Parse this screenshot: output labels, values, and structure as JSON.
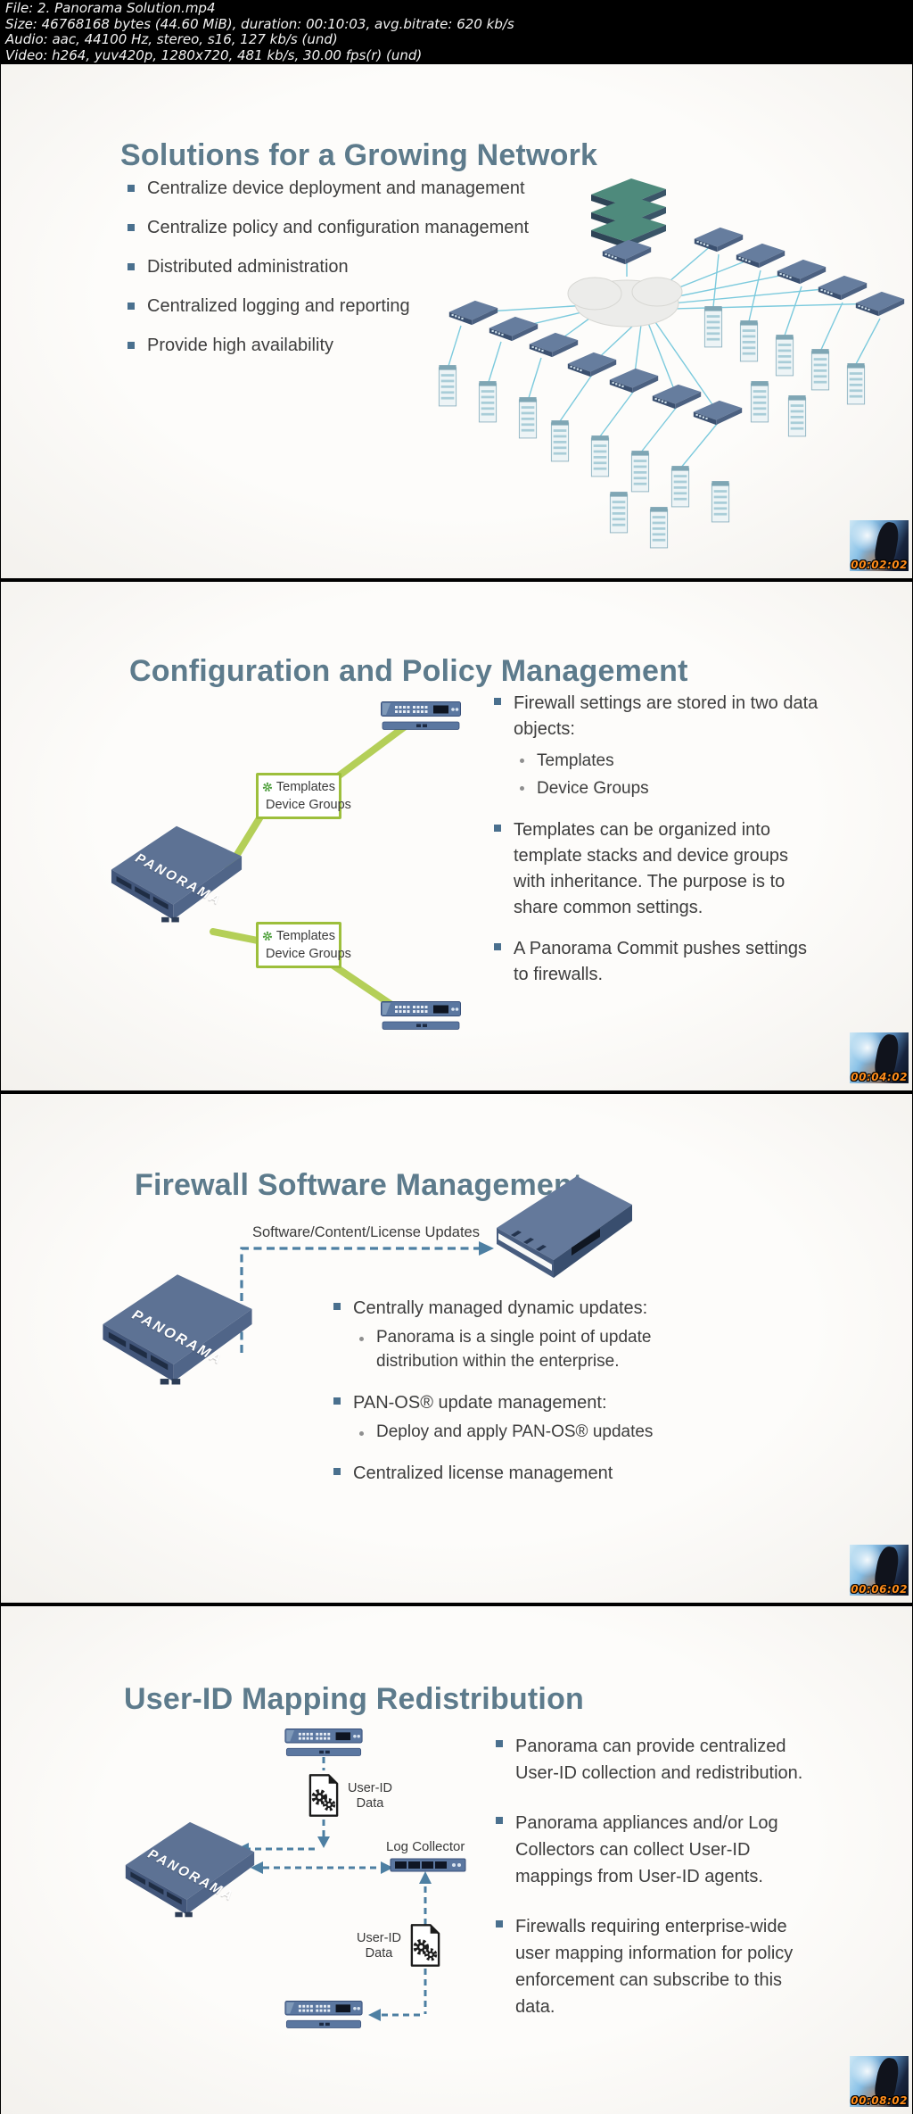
{
  "header": {
    "file": "File: 2. Panorama Solution.mp4",
    "size": "Size: 46768168 bytes (44.60 MiB), duration: 00:10:03, avg.bitrate: 620 kb/s",
    "audio": "Audio: aac, 44100 Hz, stereo, s16, 127 kb/s (und)",
    "video": "Video: h264, yuv420p, 1280x720, 481 kb/s, 30.00 fps(r) (und)"
  },
  "slides": [
    {
      "title": "Solutions for a Growing Network",
      "timestamp": "00:02:02",
      "bullets": [
        {
          "text": "Centralize device deployment and management"
        },
        {
          "text": "Centralize policy and configuration management"
        },
        {
          "text": "Distributed administration"
        },
        {
          "text": "Centralized logging and reporting"
        },
        {
          "text": "Provide high availability"
        }
      ]
    },
    {
      "title": "Configuration and Policy Management",
      "timestamp": "00:04:02",
      "bullets": [
        {
          "text": "Firewall settings are stored in two data objects:",
          "subs": [
            "Templates",
            "Device Groups"
          ]
        },
        {
          "text": "Templates can be organized into template stacks and device groups with inheritance. The purpose is to share common settings."
        },
        {
          "text": "A Panorama Commit pushes settings to firewalls."
        }
      ],
      "diagram": {
        "panorama_label": "PANORAMA",
        "templates_label": "Templates",
        "templates_icon": "gear-icon",
        "device_groups_label": "Device Groups",
        "device_groups_icon": "folder-icon"
      }
    },
    {
      "title": "Firewall Software Management",
      "timestamp": "00:06:02",
      "bullets": [
        {
          "text": "Centrally managed dynamic updates:",
          "subs": [
            "Panorama is a single point of update distribution within the enterprise."
          ]
        },
        {
          "text": "PAN-OS® update management:",
          "subs": [
            "Deploy and apply PAN-OS® updates"
          ]
        },
        {
          "text": "Centralized license management"
        }
      ],
      "diagram": {
        "update_flow_label": "Software/Content/License Updates",
        "panorama_label": "PANORAMA"
      }
    },
    {
      "title": "User-ID Mapping Redistribution",
      "timestamp": "00:08:02",
      "bullets": [
        {
          "text": "Panorama can provide centralized User-ID collection and redistribution."
        },
        {
          "text": "Panorama appliances and/or Log Collectors can collect User-ID mappings from User-ID agents."
        },
        {
          "text": "Firewalls requiring enterprise-wide user mapping information for policy enforcement can subscribe to this data."
        }
      ],
      "diagram": {
        "panorama_label": "PANORAMA",
        "log_collector_label": "Log Collector",
        "userid_data_label": "User-ID Data"
      }
    }
  ],
  "colors": {
    "timestamp_orange": "#ff8c1a",
    "title_blue_gray": "#5d7b8c",
    "body_text": "#3d3d3d",
    "appliance_blue": "#5b77a0",
    "panorama_blue": "#5d7294",
    "connector_green": "#b4cf58",
    "arrow_steel_blue": "#4d7fa2",
    "link_teal": "#7ccadd"
  }
}
